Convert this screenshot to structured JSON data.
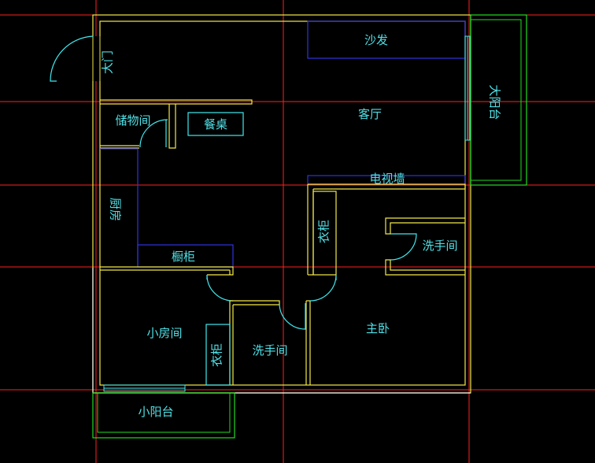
{
  "colors": {
    "background": "#000000",
    "grid": "#ff2020",
    "wall": "#f2e84a",
    "outer_wall": "#f2f2f2",
    "door": "#40e8ee",
    "furniture": "#2f33e0",
    "balcony": "#22dd22",
    "text": "#4fe0e6"
  },
  "labels": {
    "entrance": "大门",
    "sofa": "沙发",
    "living_room": "客厅",
    "storage": "储物间",
    "dining_table": "餐桌",
    "big_balcony": "大阳台",
    "kitchen": "厨房",
    "cabinet": "橱柜",
    "tv_wall": "电视墙",
    "wardrobe_master": "衣柜",
    "master_bathroom": "洗手间",
    "small_room": "小房间",
    "wardrobe_small": "衣柜",
    "bathroom": "洗手间",
    "master_bedroom": "主卧",
    "small_balcony": "小阳台"
  }
}
